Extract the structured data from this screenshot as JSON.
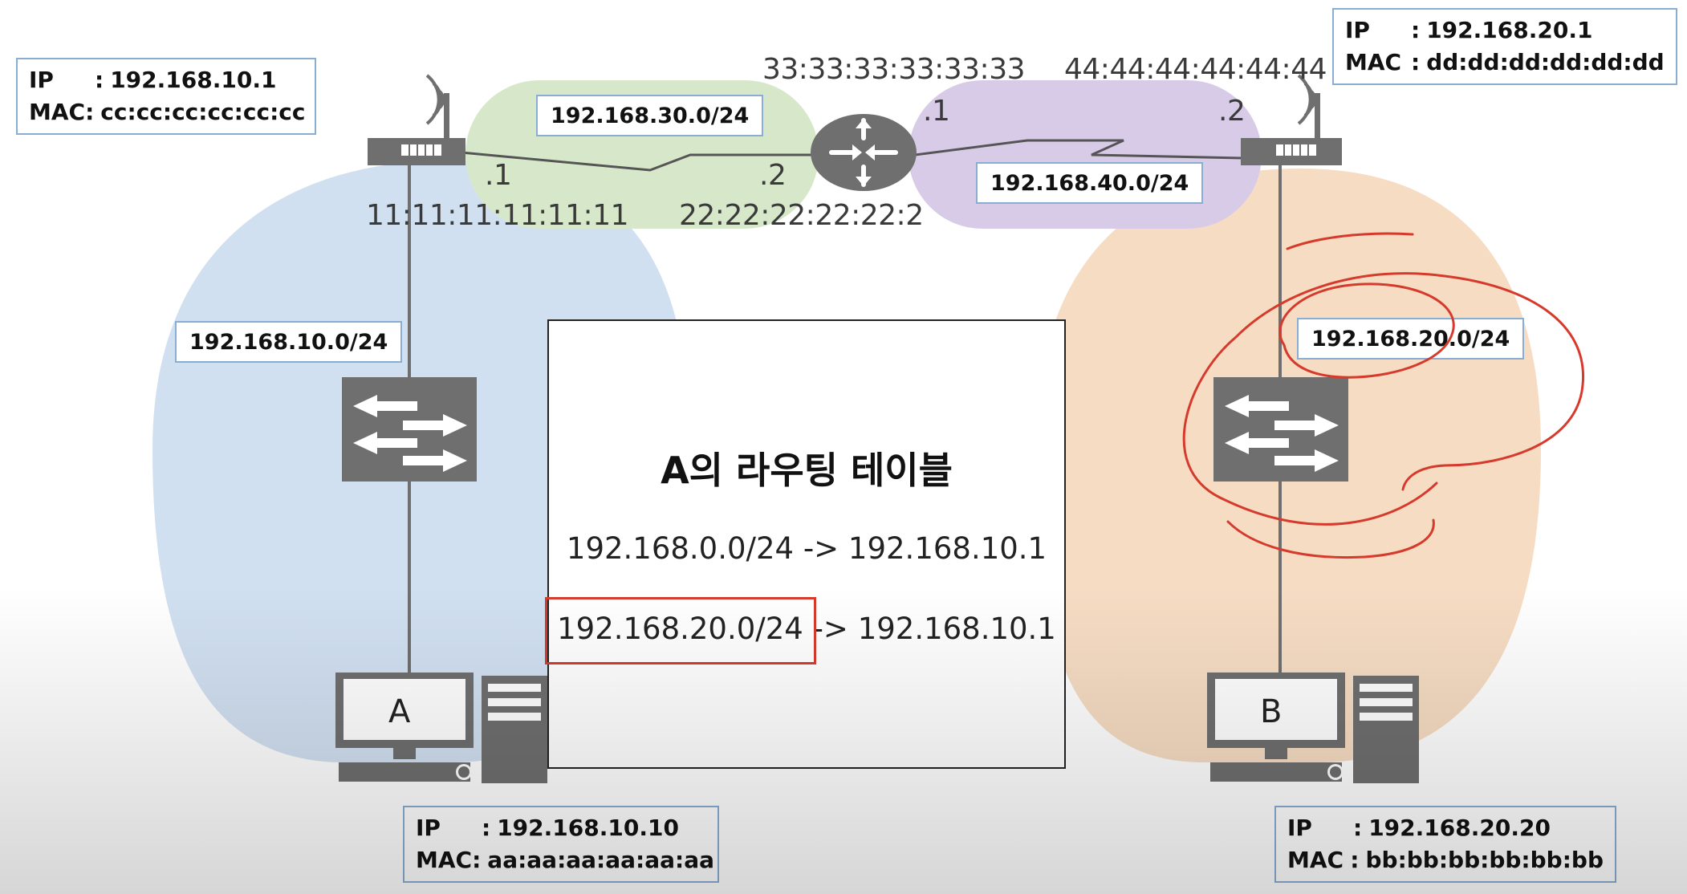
{
  "host_a": {
    "name": "A",
    "ip_key": "IP",
    "ip": "192.168.10.10",
    "mac_key": "MAC",
    "mac": "aa:aa:aa:aa:aa:aa"
  },
  "host_b": {
    "name": "B",
    "ip_key": "IP",
    "ip": "192.168.20.20",
    "mac_key": "MAC",
    "mac": "bb:bb:bb:bb:bb:bb"
  },
  "router_left": {
    "ip_key": "IP",
    "ip": "192.168.10.1",
    "mac_key": "MAC",
    "mac": "cc:cc:cc:cc:cc:cc",
    "wan_mac": "11:11:11:11:11:11",
    "wan_suffix": ".1"
  },
  "router_right": {
    "ip_key": "IP",
    "ip": "192.168.20.1",
    "mac_key": "MAC",
    "mac": "dd:dd:dd:dd:dd:dd",
    "wan_mac": "44:44:44:44:44:44",
    "wan_suffix": ".2"
  },
  "router_center": {
    "left_mac": "22:22:22:22:22:2",
    "left_suffix": ".2",
    "right_mac": "33:33:33:33:33:33",
    "right_suffix": ".1"
  },
  "networks": {
    "lan_a": "192.168.10.0/24",
    "lan_b": "192.168.20.0/24",
    "wan_1": "192.168.30.0/24",
    "wan_2": "192.168.40.0/24"
  },
  "routing_table": {
    "title": "A의 라우팅 테이블",
    "rows": [
      "192.168.0.0/24 -> 192.168.10.1",
      "192.168.20.0/24 -> 192.168.10.1"
    ],
    "highlighted_row": 1
  },
  "colors": {
    "lan_a": "#c9dbee",
    "lan_b": "#f5d6b9",
    "wan_1": "#d6e8c9",
    "wan_2": "#d8cbe8",
    "device": "#6f6f6f",
    "annotation": "#d63a2c",
    "box_border": "#8aaed3"
  },
  "icons": [
    "router-icon",
    "switch-icon",
    "computer-icon",
    "antenna-icon"
  ]
}
